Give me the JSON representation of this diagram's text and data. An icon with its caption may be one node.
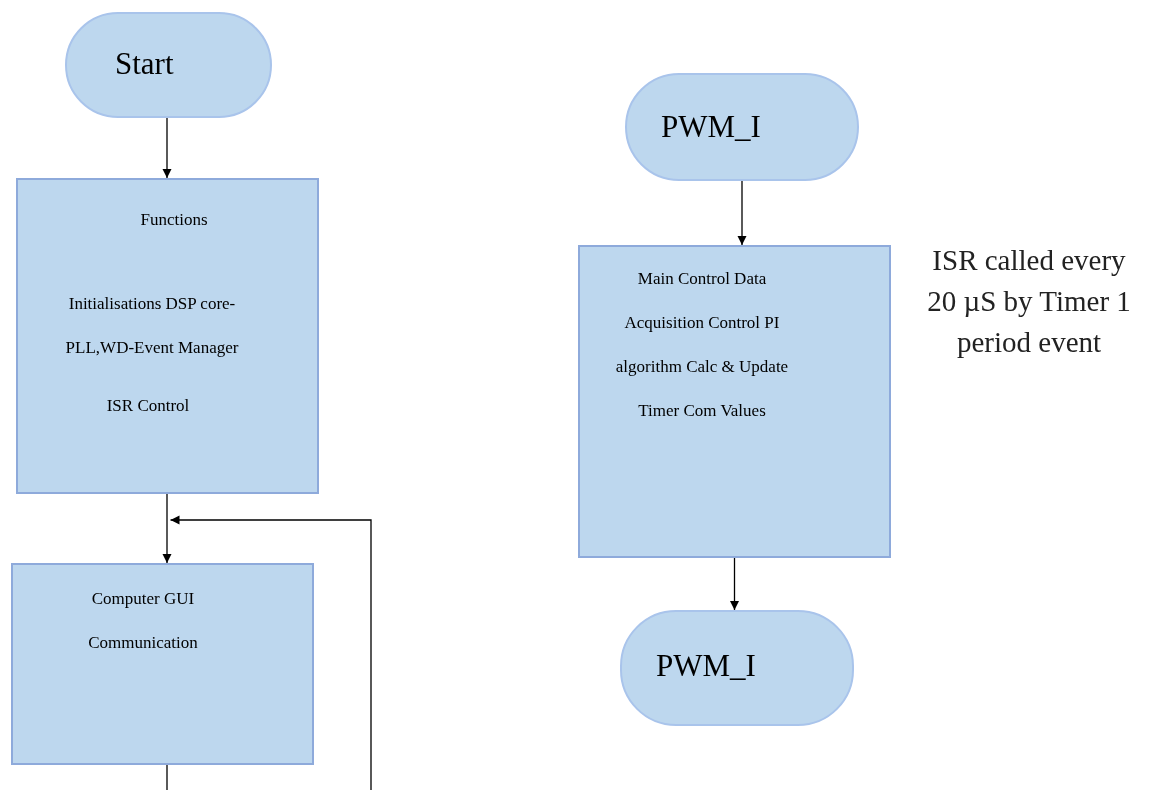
{
  "diagram": {
    "nodes": [
      {
        "text": [
          "Start"
        ]
      },
      {
        "text": [
          "Functions",
          "Initialisations DSP core- PLL,WD-Event Manager",
          "ISR Control"
        ]
      },
      {
        "text": [
          "Computer GUI Communication"
        ]
      },
      {
        "text": [
          "PWM_I"
        ]
      },
      {
        "text": [
          "Main Control Data Acquisition Control PI algorithm Calc & Update Timer Com Values"
        ]
      },
      {
        "text": [
          "PWM_I"
        ]
      }
    ],
    "edges": [
      {
        "from": 0,
        "to": 1,
        "arrow": "to"
      },
      {
        "from": 1,
        "to": 2,
        "arrow": "to"
      },
      {
        "from": null,
        "to": 2,
        "arrow": "to"
      },
      {
        "from": 2,
        "to": null,
        "arrow": "none"
      },
      {
        "from": 3,
        "to": 4,
        "arrow": "to"
      },
      {
        "from": 4,
        "to": 5,
        "arrow": "to"
      }
    ],
    "labels": [
      "ISR called every 20 µS by Timer 1 period event"
    ]
  }
}
